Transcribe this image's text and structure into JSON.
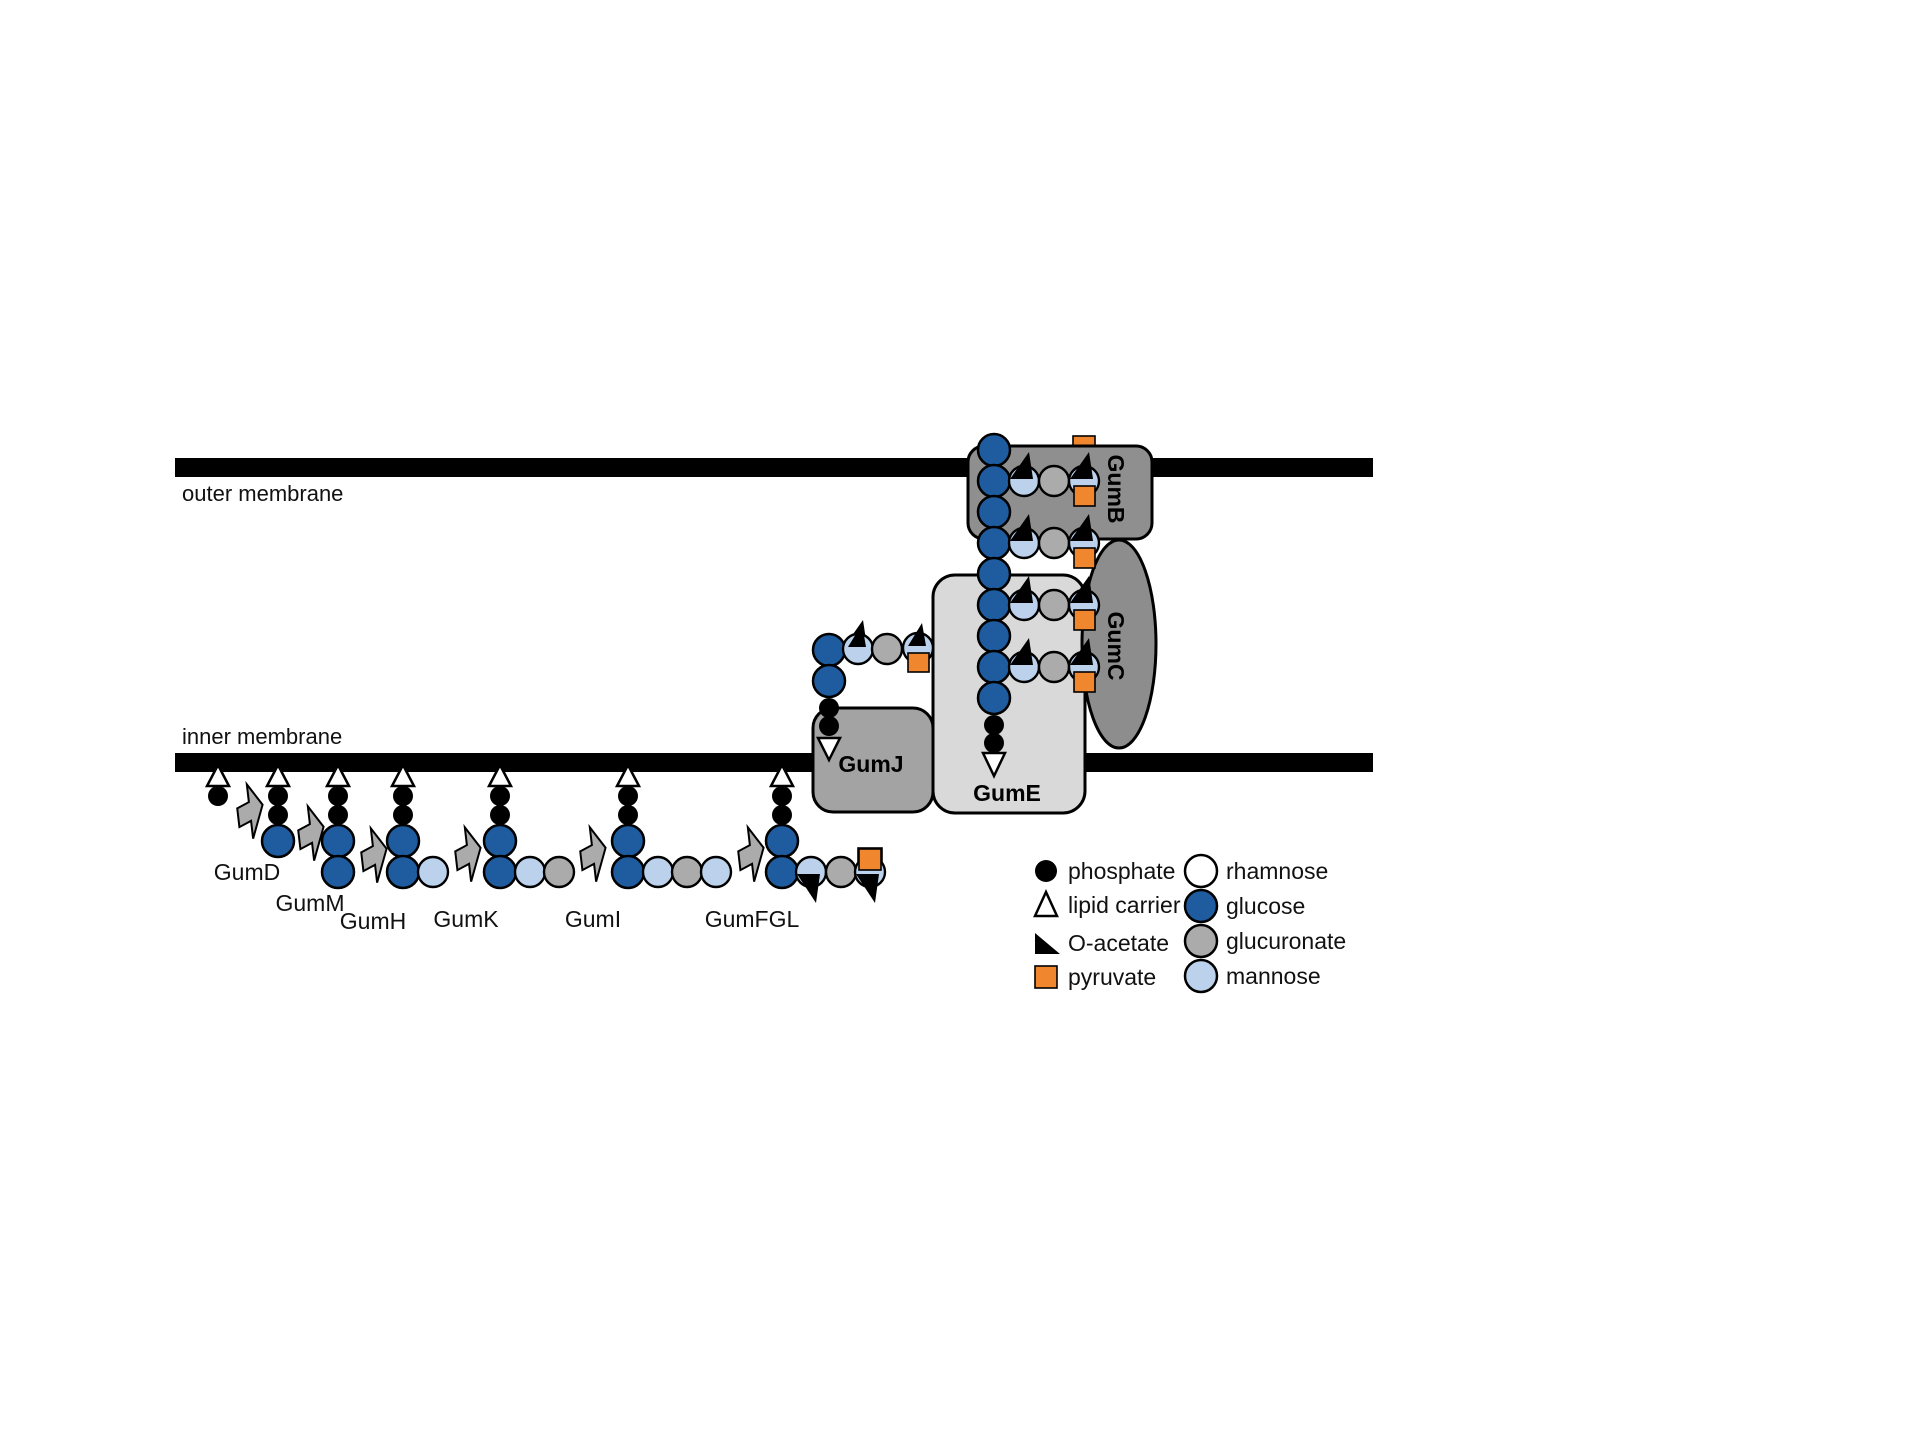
{
  "figure": {
    "outer_membrane_label": "outer membrane",
    "inner_membrane_label": "inner membrane"
  },
  "enzymes": [
    {
      "label": "GumD"
    },
    {
      "label": "GumM"
    },
    {
      "label": "GumH"
    },
    {
      "label": "GumK"
    },
    {
      "label": "GumI"
    },
    {
      "label": "GumFGL"
    }
  ],
  "proteins": [
    {
      "label": "GumJ"
    },
    {
      "label": "GumE"
    },
    {
      "label": "GumB"
    },
    {
      "label": "GumC"
    }
  ],
  "legend": {
    "items": [
      {
        "label": "phosphate",
        "symbol": "black-circle"
      },
      {
        "label": "lipid carrier",
        "symbol": "white-triangle"
      },
      {
        "label": "O-acetate",
        "symbol": "black-corner-triangle"
      },
      {
        "label": "pyruvate",
        "symbol": "orange-square"
      },
      {
        "label": "rhamnose",
        "symbol": "white-circle"
      },
      {
        "label": "glucose",
        "symbol": "dark-blue-circle"
      },
      {
        "label": "glucuronate",
        "symbol": "gray-circle"
      },
      {
        "label": "mannose",
        "symbol": "light-blue-circle"
      }
    ]
  },
  "colors": {
    "membrane": "#000000",
    "phosphate": "#000000",
    "lipid_carrier": "#ffffff",
    "o_acetate": "#000000",
    "pyruvate": "#F0862D",
    "rhamnose": "#ffffff",
    "glucose": "#1E5C9F",
    "glucuronate": "#ABABAB",
    "mannose": "#BCD2EC",
    "gum_b": "#8F8F8F",
    "gum_c": "#8D8D8D",
    "gum_e": "#D9D9D9",
    "gum_j": "#A3A3A3",
    "arrow": "#ABABAB"
  },
  "pathway": {
    "chains": [
      {
        "step": 1,
        "composition": [
          "lipid carrier",
          "phosphate"
        ]
      },
      {
        "step": 2,
        "composition": [
          "lipid carrier",
          "phosphate",
          "phosphate",
          "glucose"
        ]
      },
      {
        "step": 3,
        "composition": [
          "lipid carrier",
          "phosphate",
          "phosphate",
          "glucose",
          "glucose"
        ]
      },
      {
        "step": 4,
        "composition": [
          "lipid carrier",
          "phosphate",
          "phosphate",
          "glucose",
          "glucose",
          "mannose"
        ]
      },
      {
        "step": 5,
        "composition": [
          "lipid carrier",
          "phosphate",
          "phosphate",
          "glucose",
          "glucose",
          "mannose",
          "glucuronate"
        ]
      },
      {
        "step": 6,
        "composition": [
          "lipid carrier",
          "phosphate",
          "phosphate",
          "glucose",
          "glucose",
          "mannose",
          "glucuronate",
          "mannose"
        ]
      },
      {
        "step": 7,
        "composition": [
          "lipid carrier",
          "phosphate",
          "phosphate",
          "glucose",
          "glucose",
          "mannose + O-acetate",
          "glucuronate",
          "mannose + O-acetate + pyruvate"
        ]
      }
    ],
    "flipped_unit": [
      "lipid carrier",
      "phosphate",
      "phosphate",
      "glucose",
      "glucose",
      "mannose + O-acetate",
      "glucuronate",
      "mannose + O-acetate + pyruvate"
    ],
    "polymer": {
      "backbone_glucose_count": 9,
      "side_chain_units": 4,
      "side_chain": [
        "mannose + O-acetate",
        "glucuronate",
        "mannose + O-acetate + pyruvate"
      ]
    }
  }
}
